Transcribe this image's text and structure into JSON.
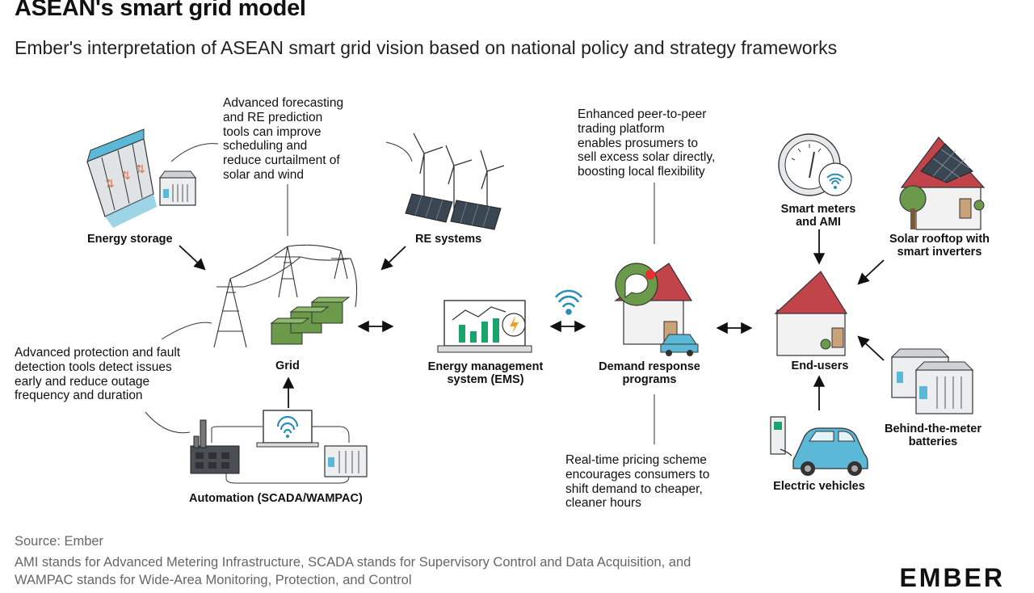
{
  "title": "ASEAN's smart grid model",
  "subtitle": "Ember's interpretation of ASEAN smart grid vision based on national policy and strategy frameworks",
  "nodes": {
    "energy_storage": "Energy storage",
    "re_systems": "RE systems",
    "grid": "Grid",
    "automation": "Automation (SCADA/WAMPAC)",
    "ems": "Energy management\nsystem (EMS)",
    "demand_response": "Demand response\nprograms",
    "smart_meters": "Smart meters\nand AMI",
    "solar_rooftop": "Solar rooftop with\nsmart inverters",
    "end_users": "End-users",
    "btm_batteries": "Behind-the-meter\nbatteries",
    "electric_vehicles": "Electric vehicles"
  },
  "notes": {
    "forecasting": "Advanced forecasting\nand RE prediction\ntools can improve\nscheduling and\nreduce curtailment of\nsolar and wind",
    "protection": "Advanced protection and fault\ndetection tools detect issues\nearly and reduce outage\nfrequency and duration",
    "p2p": "Enhanced peer-to-peer\ntrading platform\nenables prosumers to\nsell excess solar directly,\nboosting local flexibility",
    "pricing": "Real-time pricing scheme\nencourages consumers to\nshift demand to cheaper,\ncleaner hours"
  },
  "footer": {
    "source": "Source: Ember",
    "note_line1": "AMI stands for Advanced Metering Infrastructure, SCADA stands for Supervisory Control and Data Acquisition, and",
    "note_line2": "WAMPAC stands for Wide-Area Monitoring, Protection, and Control"
  },
  "logo": "EMBER",
  "colors": {
    "green": "#6a9a4a",
    "blue": "#5bb8d6",
    "red": "#c0444a",
    "grey": "#9a9a9a"
  }
}
